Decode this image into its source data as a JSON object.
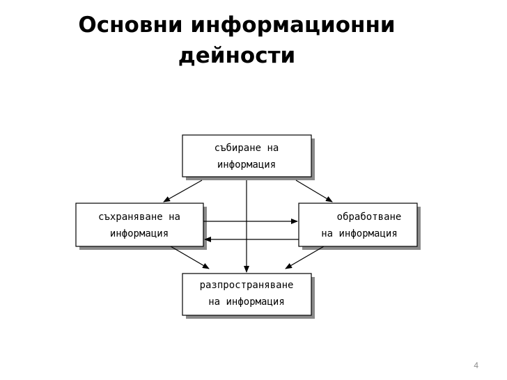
{
  "slide": {
    "title_line1": "Основни информационни",
    "title_line2": "дейности",
    "page_number": "4"
  },
  "diagram": {
    "nodes": {
      "collect": {
        "line1": "събиране на",
        "line2": "информация"
      },
      "store": {
        "line1": "съхраняване на",
        "line2": "информация"
      },
      "process": {
        "line1": "обработване",
        "line2": "на информация"
      },
      "distribute": {
        "line1": "разпространяване",
        "line2": "на информация"
      }
    }
  }
}
